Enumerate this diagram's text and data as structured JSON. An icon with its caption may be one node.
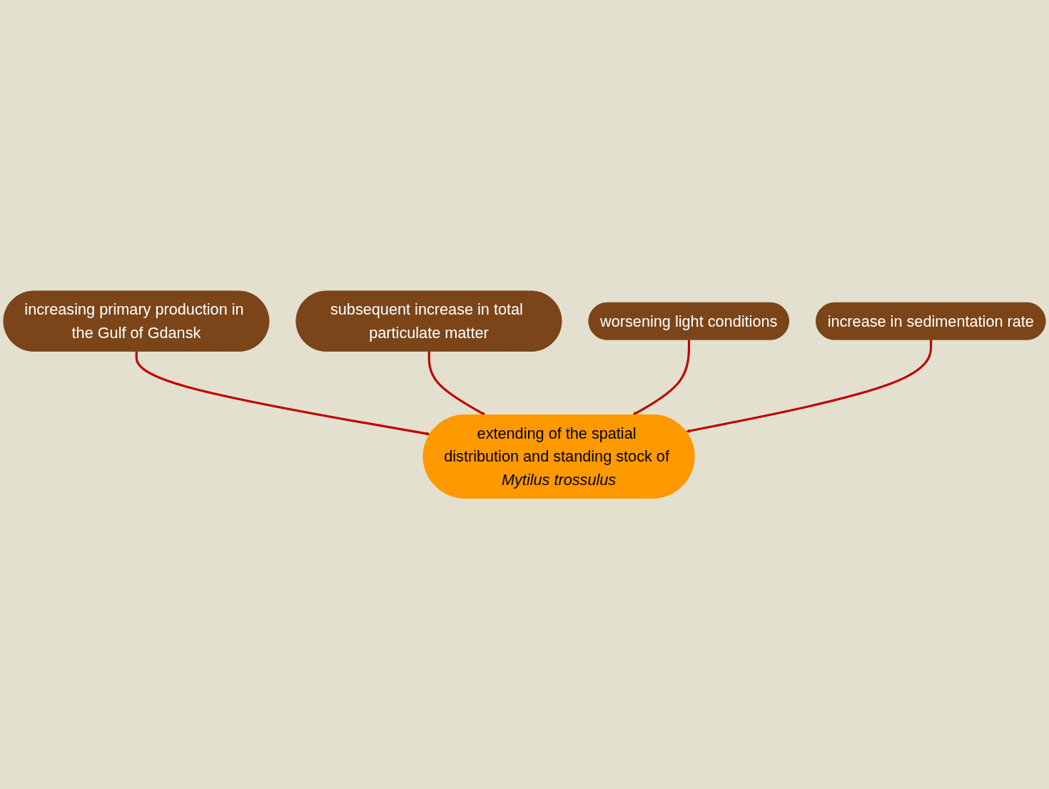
{
  "diagram": {
    "nodes": [
      {
        "text": [
          "increasing primary production in the Gulf of Gdansk"
        ]
      },
      {
        "text": [
          "subsequent increase in total particulate matter"
        ]
      },
      {
        "text": [
          "extending of the spatial distribution and standing stock of *Mytilus trossulus*"
        ]
      },
      {
        "text": [
          "worsening light conditions"
        ]
      },
      {
        "text": [
          "increase in sedimentation rate"
        ]
      }
    ],
    "edges": [
      {
        "from": 0,
        "to": 2,
        "arrow": "to"
      },
      {
        "from": 1,
        "to": 2,
        "arrow": "to"
      },
      {
        "from": 3,
        "to": 2,
        "arrow": "to"
      },
      {
        "from": 4,
        "to": 2,
        "arrow": "to"
      }
    ]
  }
}
